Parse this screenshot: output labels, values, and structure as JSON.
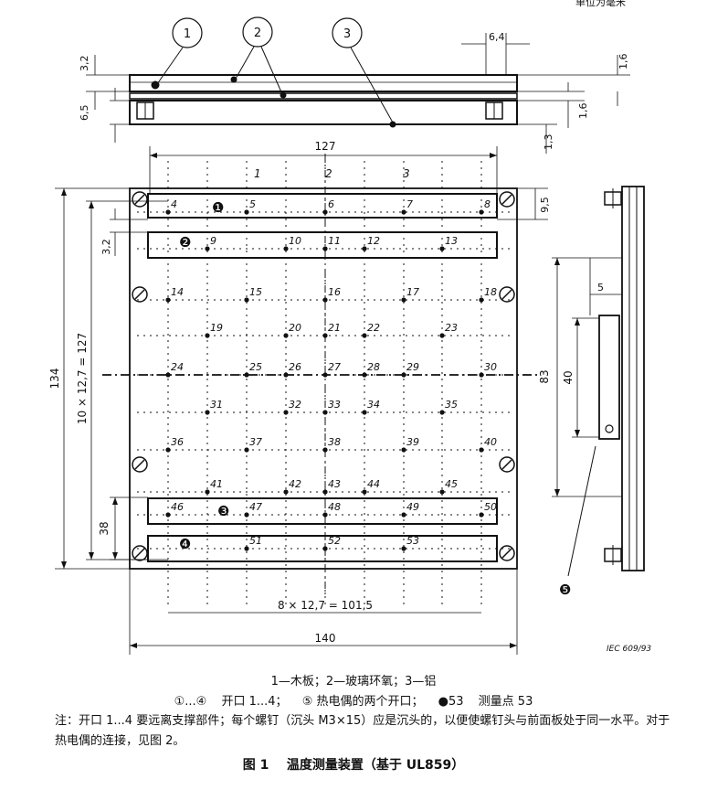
{
  "unit_note": "单位为毫米",
  "top_view": {
    "callouts": [
      "1",
      "2",
      "3"
    ],
    "dims": {
      "d_6_4": "6,4",
      "d_3_2": "3,2",
      "d_6_5": "6,5",
      "d_1_6a": "1,6",
      "d_1_6b": "1,6",
      "d_1_3": "1,3"
    }
  },
  "front_view": {
    "width_127": "127",
    "width_140": "140",
    "height_134": "134",
    "pitch_v": "10 × 12,7 = 127",
    "pitch_h": "8 × 12,7 = 101,5",
    "d_38": "38",
    "d_3_2": "3,2",
    "d_9_5": "9,5",
    "column_labels": [
      "1",
      "2",
      "3"
    ],
    "opening_markers": [
      "❶",
      "❷",
      "❸",
      "❹"
    ],
    "points": [
      "4",
      "5",
      "6",
      "7",
      "8",
      "9",
      "10",
      "11",
      "12",
      "13",
      "14",
      "15",
      "16",
      "17",
      "18",
      "19",
      "20",
      "21",
      "22",
      "23",
      "24",
      "25",
      "26",
      "27",
      "28",
      "29",
      "30",
      "31",
      "32",
      "33",
      "34",
      "35",
      "36",
      "37",
      "38",
      "39",
      "40",
      "41",
      "42",
      "43",
      "44",
      "45",
      "46",
      "47",
      "48",
      "49",
      "50",
      "51",
      "52",
      "53"
    ]
  },
  "side_view": {
    "d_83": "83",
    "d_40": "40",
    "d_5": "5",
    "marker": "❺"
  },
  "iec_ref": "IEC   609/93",
  "legend_line1": "1—木板；2—玻璃环氧；3—铝",
  "legend_line2": {
    "a": "①...④",
    "b": "开口 1...4；",
    "c": "⑤ 热电偶的两个开口；",
    "d": "●53",
    "e": "测量点 53"
  },
  "note": "注：开口 1...4 要远离支撑部件；每个螺钉（沉头 M3×15）应是沉头的，以便使螺钉头与前面板处于同一水平。对于热电偶的连接，见图 2。",
  "figure_title": {
    "number": "图 1",
    "text": "温度测量装置（基于 UL859）"
  }
}
